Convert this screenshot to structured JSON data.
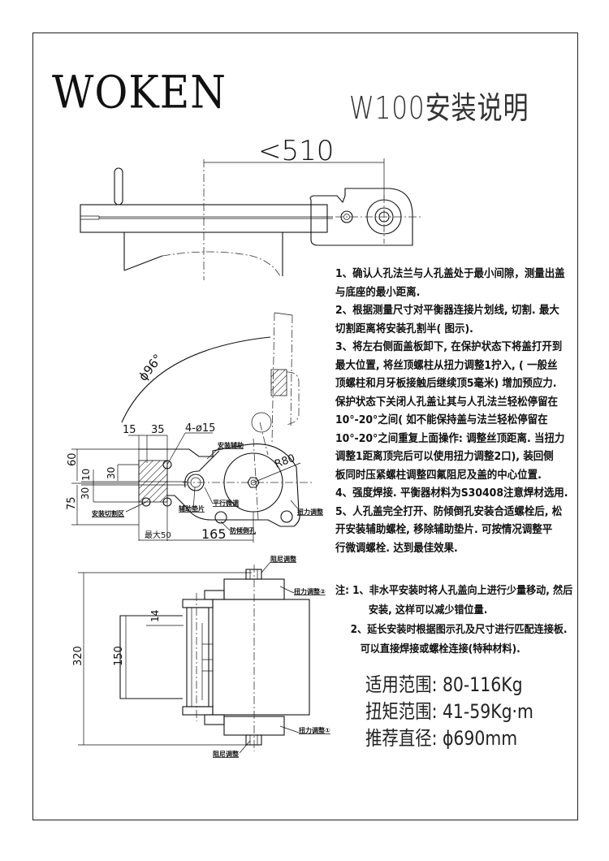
{
  "header": {
    "brand": "WOKEN",
    "title": "W100安装说明"
  },
  "drawing": {
    "top_view": {
      "dim_length": "<510"
    },
    "open_view": {
      "angle": "ϕ96°"
    },
    "mechanism": {
      "dim_15": "15",
      "dim_35": "35",
      "holes": "4-ø15",
      "dim_60": "60",
      "dim_10": "10",
      "dim_30a": "30",
      "dim_30b": "30",
      "dim_75": "75",
      "max_50": "最大50",
      "dim_165": "165",
      "radius": "R80",
      "label_install_aid": "安装辅助",
      "label_shim": "辅助垫片",
      "label_parallel": "平行微调",
      "label_torque": "扭力调整",
      "label_anti_tip": "防倾倒孔",
      "label_cut_zone": "安装切割区"
    },
    "side_view": {
      "dim_320": "320",
      "dim_150": "150",
      "dim_14": "14",
      "label_damping_top": "阻尼调整",
      "label_torque_2": "扭力调整②",
      "label_torque_1": "扭力调整①",
      "label_damping_bottom": "阻尼调整"
    }
  },
  "instructions": [
    "1、确认人孔法兰与人孔盖处于最小间隙，测量出盖",
    "与底座的最小距离.",
    "2、根据测量尺寸对平衡器连接片划线, 切割. 最大",
    "切割距离将安装孔割半( 图示).",
    "3、将左右侧面盖板卸下, 在保护状态下将盖打开到",
    "最大位置, 将丝顶螺柱从扭力调整1拧入, ( 一般丝",
    "顶螺柱和月牙板接触后继续顶5毫米) 增加预应力.",
    "保护状态下关闭人孔盖让其与人孔法兰轻松停留在",
    "10°-20°之间( 如不能保持盖与法兰轻松停留在",
    "10°-20°之间重复上面操作: 调整丝顶距离. 当扭力",
    "调整1距离顶完后可以使用扭力调整2口), 装回侧",
    "板同时压紧螺柱调整四氟阻尼及盖的中心位置.",
    "4、强度焊接. 平衡器材料为S30408注意焊材选用.",
    "5、人孔盖完全打开、防倾倒孔安装合适螺栓后, 松",
    "开安装辅助螺栓, 移除辅助垫片. 可按情况调整平",
    "行微调螺栓. 达到最佳效果."
  ],
  "notes": [
    "注: 1、非水平安装时将人孔盖向上进行少量移动, 然后",
    "安装, 这样可以减少错位量.",
    "2、延长安装时根据图示孔及尺寸进行匹配连接板.",
    "可以直接焊接或螺栓连接(特种材料)."
  ],
  "specs": [
    "适用范围: 80-116Kg",
    "扭矩范围: 41-59Kg·m",
    "推荐直径: ϕ690mm"
  ]
}
